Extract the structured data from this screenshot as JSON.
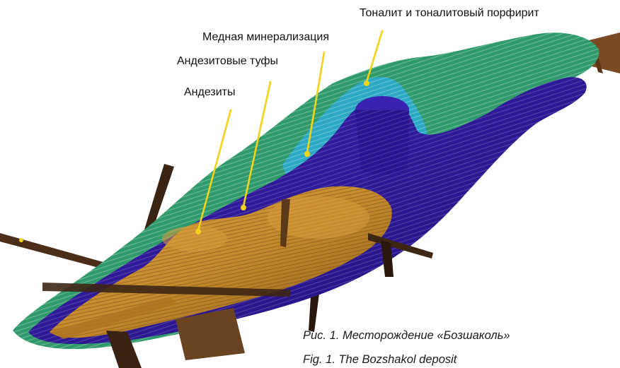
{
  "labels": {
    "tonalite": "Тоналит и тоналитовый порфирит",
    "copper": "Медная минерализация",
    "andesite_tuffs": "Андезитовые туфы",
    "andesites": "Андезиты"
  },
  "caption": {
    "ru": "Рис. 1. Месторождение «Бозшаколь»",
    "en": "Fig. 1. The Bozshakol deposit"
  },
  "colors": {
    "tonalite_green": "#2f9a6b",
    "tuff_blue": "#2aa8c4",
    "andesite_indigo": "#30169a",
    "copper_ore": "#c48a2c",
    "fault_brown": "#4a2e1a",
    "leader_arrow": "#f2d21a"
  }
}
